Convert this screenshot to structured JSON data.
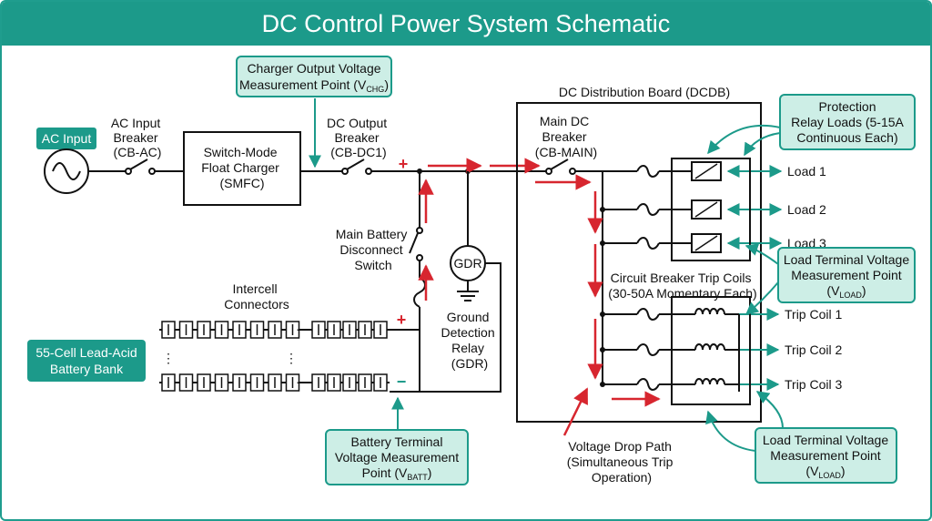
{
  "title": "DC Control Power System Schematic",
  "colors": {
    "teal": "#1c9a8a",
    "callout_bg": "#cdeee6",
    "arrow_red": "#d7262f",
    "line": "#111111"
  },
  "labels": {
    "ac_input": "AC Input",
    "ac_breaker": [
      "AC Input",
      "Breaker",
      "(CB-AC)"
    ],
    "charger": [
      "Switch-Mode",
      "Float Charger",
      "(SMFC)"
    ],
    "charger_callout": [
      "Charger Output Voltage",
      "Measurement Point (V",
      "CHG",
      ")"
    ],
    "dc_breaker": [
      "DC Output",
      "Breaker",
      "(CB-DC1)"
    ],
    "plus": "+",
    "minus": "−",
    "battery_switch": [
      "Main Battery",
      "Disconnect",
      "Switch"
    ],
    "gdr_box": "GDR",
    "gdr": [
      "Ground",
      "Detection",
      "Relay",
      "(GDR)"
    ],
    "intercell": [
      "Intercell",
      "Connectors"
    ],
    "battery_bank": [
      "55-Cell Lead-Acid",
      "Battery Bank"
    ],
    "battery_callout": [
      "Battery Terminal",
      "Voltage Measurement",
      "Point (V",
      "BATT",
      ")"
    ],
    "dcdb": "DC Distribution Board (DCDB)",
    "main_breaker": [
      "Main DC",
      "Breaker",
      "(CB-MAIN)"
    ],
    "protection_callout": [
      "Protection",
      "Relay Loads (5-15A",
      "Continuous Each)"
    ],
    "loads": [
      "Load 1",
      "Load 2",
      "Load 3"
    ],
    "load_callout": [
      "Load Terminal Voltage",
      "Measurement Point",
      "(V",
      "LOAD",
      ")"
    ],
    "trip_coils_heading": [
      "Circuit Breaker Trip Coils",
      "(30-50A Momentary Each)"
    ],
    "trip_coils": [
      "Trip Coil 1",
      "Trip Coil 2",
      "Trip Coil 3"
    ],
    "voltage_drop": [
      "Voltage Drop Path",
      "(Simultaneous Trip",
      "Operation)"
    ]
  }
}
